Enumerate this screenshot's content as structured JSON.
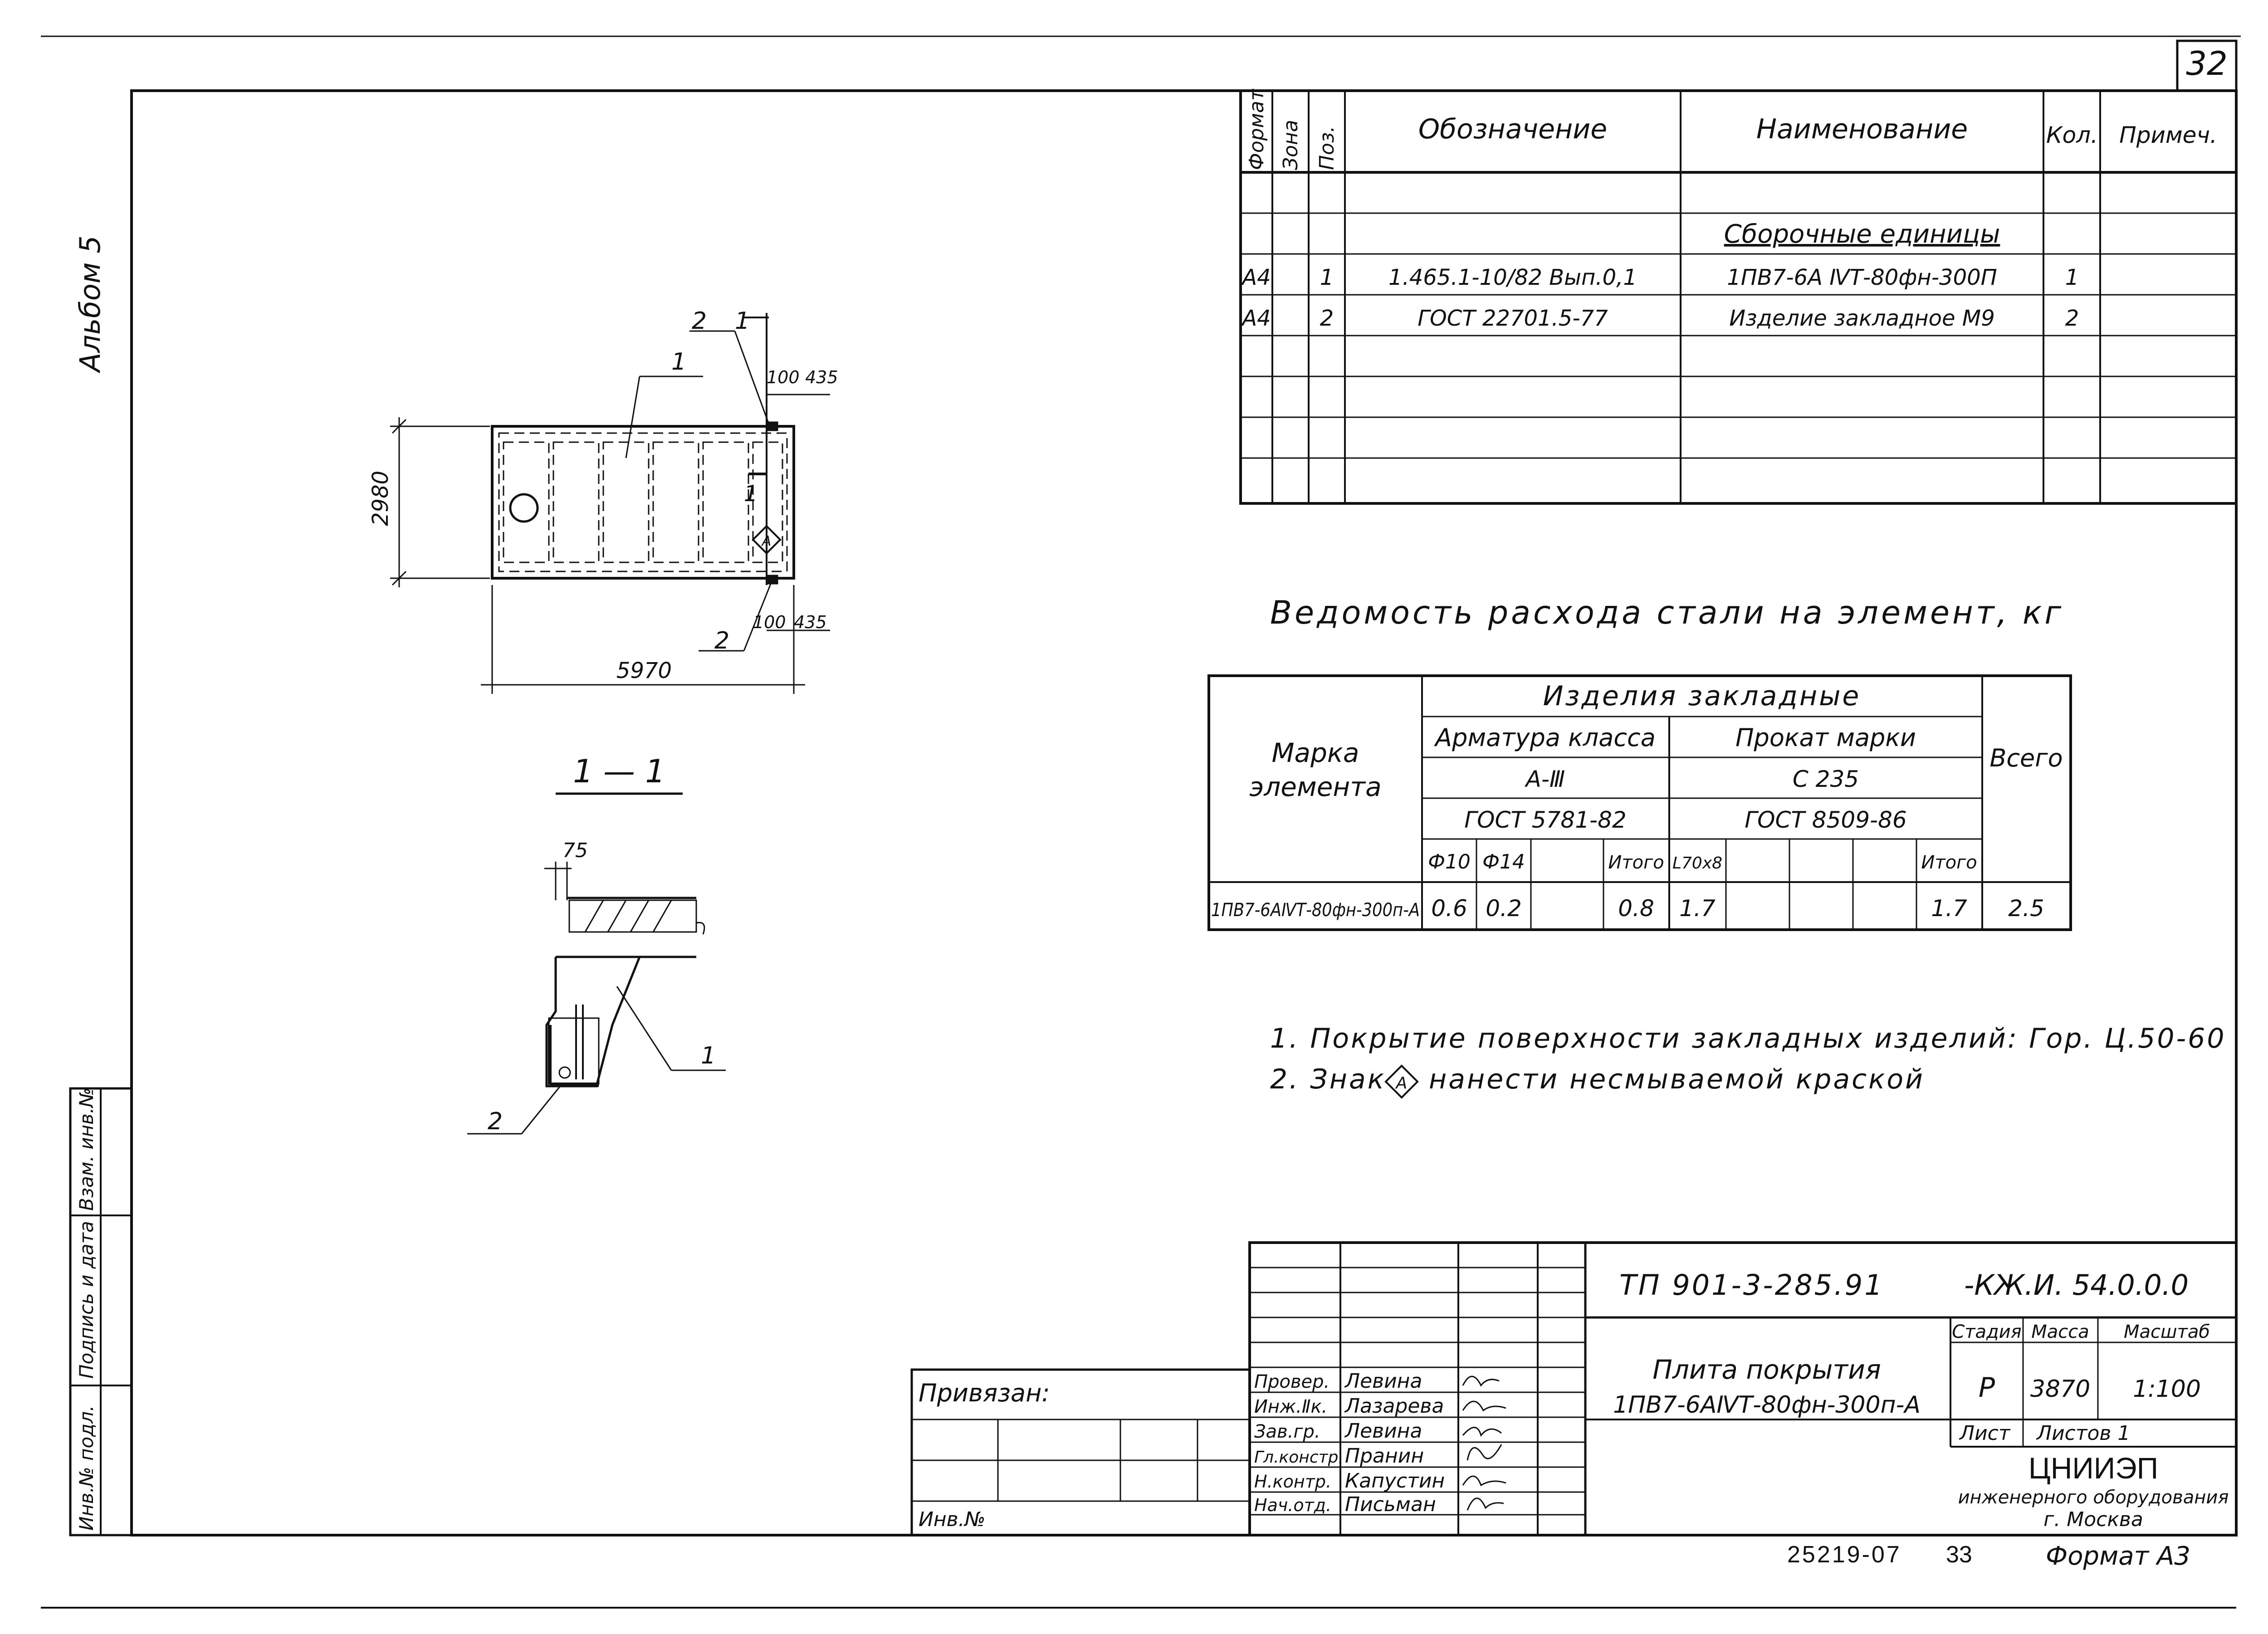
{
  "sheet": {
    "number": "32",
    "album": "Альбом 5",
    "footer_left": "25219-07",
    "footer_mid": "33",
    "format": "Формат А3"
  },
  "side_stamp": {
    "inv_podl": "Инв.№ подл.",
    "podpis": "Подпись и дата",
    "vzam": "Взам. инв.№"
  },
  "spec": {
    "headers": [
      "Формат",
      "Зона",
      "Поз.",
      "Обозначение",
      "Наименование",
      "Кол.",
      "Примеч."
    ],
    "section": "Сборочные единицы",
    "rows": [
      {
        "format": "А4",
        "zone": "",
        "pos": "1",
        "designation": "1.465.1-10/82  Вып.0,1",
        "name": "1ПВ7-6А ⅣТ-80фн-300П",
        "qty": "1",
        "note": ""
      },
      {
        "format": "А4",
        "zone": "",
        "pos": "2",
        "designation": "ГОСТ 22701.5-77",
        "name": "Изделие закладное М9",
        "qty": "2",
        "note": ""
      }
    ]
  },
  "steel": {
    "title": "Ведомость расхода стали на элемент, кг",
    "h_mark": "Марка элемента",
    "h_mark_l1": "Марка",
    "h_mark_l2": "элемента",
    "h_group": "Изделия закладные",
    "h_rebar": "Арматура класса",
    "h_rolled": "Прокат марки",
    "h_total": "Всего",
    "rebar_class": "А-Ⅲ",
    "rolled_grade": "С 235",
    "rebar_gost": "ГОСТ 5781-82",
    "rolled_gost": "ГОСТ 8509-86",
    "sub": [
      "Ф10",
      "Ф14",
      "",
      "Итого",
      "L70x8",
      "",
      "",
      "",
      "Итого"
    ],
    "row": {
      "mark": "1ПВ7-6АⅣТ-80фн-300п-А",
      "values": [
        "0.6",
        "0.2",
        "",
        "0.8",
        "1.7",
        "",
        "",
        "",
        "1.7"
      ],
      "total": "2.5"
    }
  },
  "notes": [
    "1. Покрытие поверхности закладных изделий: Гор. Ц.50-60",
    "2. Знак",
    "нанести несмываемой краской"
  ],
  "plan": {
    "dim_height": "2980",
    "dim_width": "5970",
    "dim_100": "100",
    "dim_435": "435",
    "label_1": "1",
    "label_2": "2",
    "marker_a": "А"
  },
  "section": {
    "title": "1 — 1",
    "dim_75": "75",
    "label_1": "1",
    "label_2": "2"
  },
  "title_block": {
    "code": "ТП 901-3-285.91",
    "code2": "-КЖ.И. 54.0.0.0",
    "name_l1": "Плита покрытия",
    "name_l2": "1ПВ7-6АⅣТ-80фн-300п-А",
    "stage_h": "Стадия",
    "mass_h": "Масса",
    "scale_h": "Масштаб",
    "stage": "Р",
    "mass": "3870",
    "scale": "1:100",
    "sheet_h": "Лист",
    "sheets_h": "Листов 1",
    "org": "ЦНИИЭП",
    "org_l2": "инженерного оборудования",
    "org_l3": "г. Москва",
    "privyazan": "Привязан:",
    "inv_no": "Инв.№",
    "roles": [
      "Провер.",
      "Инж.Ⅱк.",
      "Зав.гр.",
      "Гл.констр.",
      "Н.контр.",
      "Нач.отд."
    ],
    "names": [
      "Левина",
      "Лазарева",
      "Левина",
      "Пранин",
      "Капустин",
      "Письман"
    ]
  }
}
